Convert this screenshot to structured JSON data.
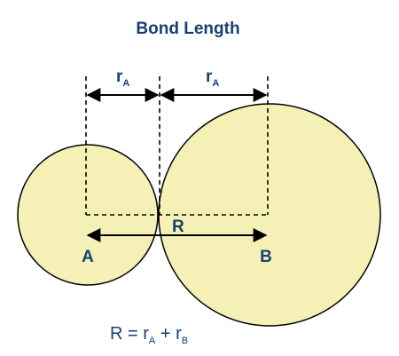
{
  "title": "Bond Length",
  "radius_label": {
    "main": "r",
    "sub": "A"
  },
  "radius_label_b": {
    "main": "r",
    "sub": "A"
  },
  "distance_label": "R",
  "atom_a_label": "A",
  "atom_b_label": "B",
  "formula": {
    "lhs": "R = ",
    "r1": "r",
    "r1_sub": "A",
    "plus": " + ",
    "r2": "r",
    "r2_sub": "B"
  },
  "colors": {
    "text": "#173f73",
    "circle_fill": "#f5f0b5",
    "stroke": "#000000"
  }
}
